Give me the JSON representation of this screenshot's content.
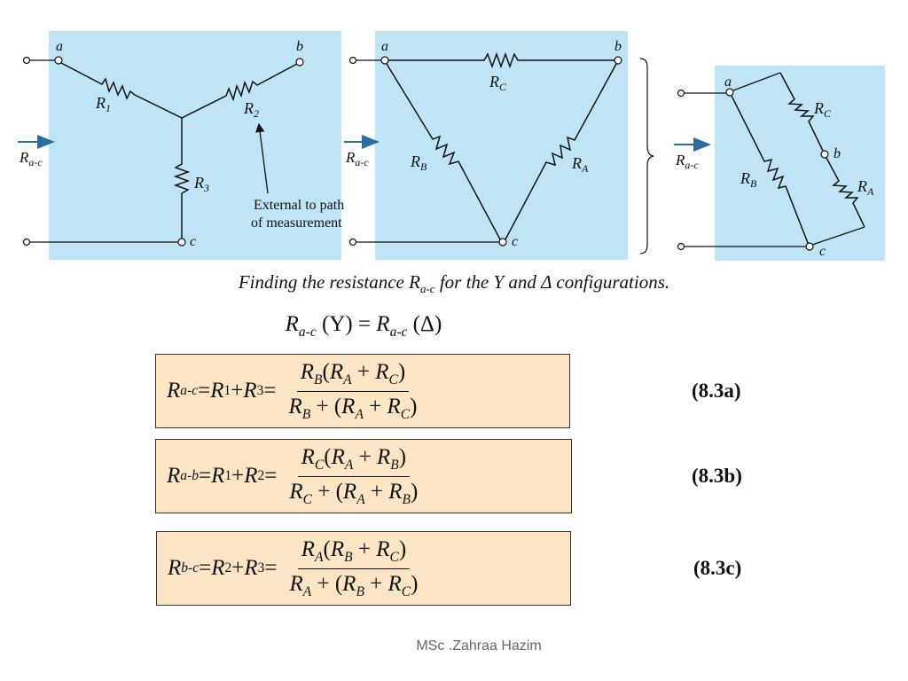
{
  "diagram": {
    "node_a": "a",
    "node_b": "b",
    "node_c": "c",
    "measure_label": "R",
    "measure_sub": "a-c",
    "wye": {
      "r1_label": "R",
      "r1_sub": "1",
      "r2_label": "R",
      "r2_sub": "2",
      "r3_label": "R",
      "r3_sub": "3",
      "annotation_line1": "External to path",
      "annotation_line2": "of measurement"
    },
    "delta": {
      "rc_label": "R",
      "rc_sub": "C",
      "rb_label": "R",
      "rb_sub": "B",
      "ra_label": "R",
      "ra_sub": "A"
    },
    "panel_color": "#bfe4f5",
    "arrow_color": "#2b6e9e"
  },
  "caption": {
    "before": "Finding the resistance R",
    "sub": "a-c",
    "after": " for the Y and Δ configurations."
  },
  "equivalence": {
    "left_R": "R",
    "left_sub": "a-c",
    "left_paren": " (Y) = ",
    "right_R": "R",
    "right_sub": "a-c",
    "right_paren": " (Δ)"
  },
  "equations": [
    {
      "lhs_R": "R",
      "lhs_sub": "a-c",
      "middle_1": " = ",
      "m1_R": "R",
      "m1_sub": "1",
      "plus": " + ",
      "m2_R": "R",
      "m2_sub": "3",
      "eq2": " = ",
      "num": "R_B(R_A + R_C)",
      "den": "R_B + (R_A + R_C)",
      "number": "(8.3a)"
    },
    {
      "lhs_R": "R",
      "lhs_sub": "a-b",
      "middle_1": " = ",
      "m1_R": "R",
      "m1_sub": "1",
      "plus": " + ",
      "m2_R": "R",
      "m2_sub": "2",
      "eq2": " = ",
      "num": "R_C(R_A + R_B)",
      "den": "R_C + (R_A + R_B)",
      "number": "(8.3b)"
    },
    {
      "lhs_R": "R",
      "lhs_sub": "b-c",
      "middle_1": " = ",
      "m1_R": "R",
      "m1_sub": "2",
      "plus": " + ",
      "m2_R": "R",
      "m2_sub": "3",
      "eq2": " = ",
      "num": "R_A(R_B + R_C)",
      "den": "R_A + (R_B + R_C)",
      "number": "(8.3c)"
    }
  ],
  "footer": {
    "author": "MSc .Zahraa Hazim"
  },
  "colors": {
    "eq_box_fill": "#fbe5c5",
    "panel_fill": "#bfe4f5"
  }
}
